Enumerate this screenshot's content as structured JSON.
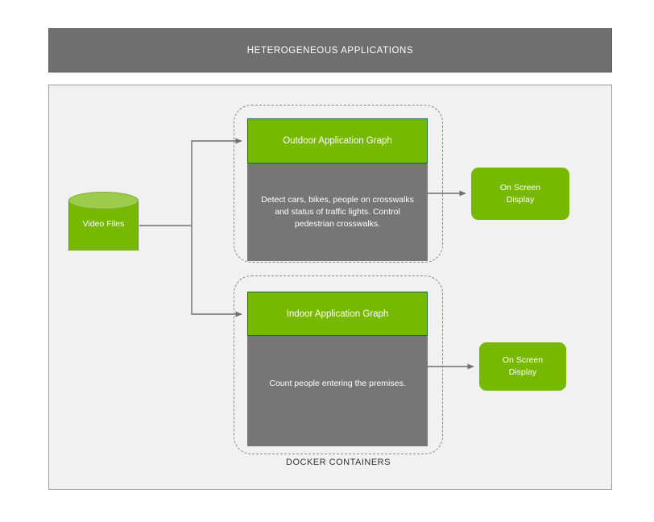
{
  "header": {
    "title": "HETEROGENEOUS APPLICATIONS"
  },
  "source": {
    "label": "Video Files",
    "shape": "cylinder-database"
  },
  "docker": {
    "group_label": "DOCKER CONTAINERS",
    "containers": [
      {
        "id": "outdoor",
        "header": "Outdoor Application Graph",
        "body": "Detect cars, bikes, people on crosswalks and status of traffic lights. Control pedestrian crosswalks.",
        "output": "On Screen\nDisplay"
      },
      {
        "id": "indoor",
        "header": "Indoor Application Graph",
        "body": "Count people entering the premises.",
        "output": "On Screen\nDisplay"
      }
    ]
  },
  "outputs": {
    "outdoor_label": "On Screen\nDisplay",
    "indoor_label": "On Screen\nDisplay"
  },
  "colors": {
    "brand_green": "#76b900",
    "green_light": "#9ccc4a",
    "gray_body": "#767676",
    "header_gray": "#6f6f6f",
    "panel_bg": "#f1f1f1",
    "connector": "#6e6e6e",
    "dash_border": "#8a8a8a",
    "text_light": "#ffffff",
    "text_dark": "#333333"
  }
}
